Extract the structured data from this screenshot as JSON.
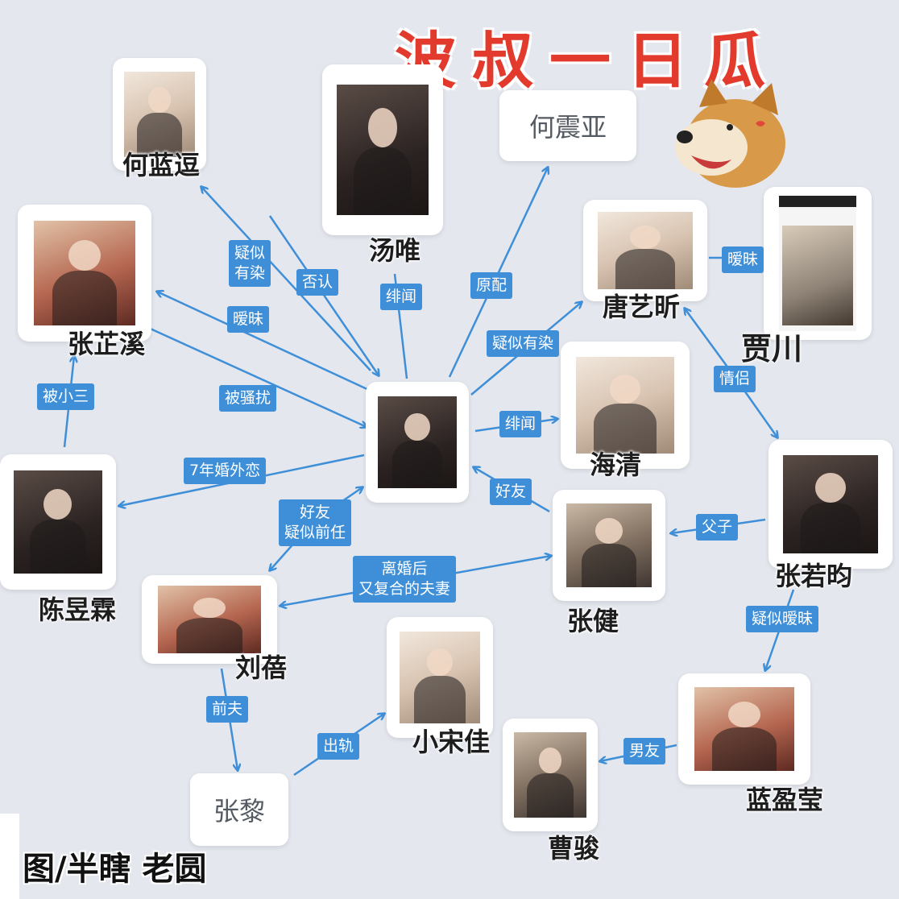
{
  "title": "波叔一日瓜",
  "credit": "图/半瞎  老圆",
  "center_icon": "man-in-tuxedo-photo",
  "mascot_icon": "shiba-dog-icon",
  "people": {
    "he_landou": "何蓝逗",
    "tang_wei": "汤唯",
    "he_zhenya": "何震亚",
    "tang_yixin": "唐艺昕",
    "jia_chuan": "贾川",
    "zhang_zhixi": "张芷溪",
    "hai_qing": "海清",
    "chen_yilin": "陈昱霖",
    "zhang_ruoyun": "张若昀",
    "zhang_jian": "张健",
    "liu_bei": "刘蓓",
    "xiao_songjia": "小宋佳",
    "zhang_li": "张黎",
    "lan_yingying": "蓝盈莹",
    "cao_jun": "曹骏"
  },
  "relations": {
    "yisi_youran_1": "疑似\n有染",
    "fouren": "否认",
    "feiwen_tang": "绯闻",
    "yuanpei": "原配",
    "aimei_zhang": "暧昧",
    "yisi_youran_2": "疑似有染",
    "aimei_jia": "暧昧",
    "bei_saorao": "被骚扰",
    "feiwen_hai": "绯闻",
    "bei_xiaosan": "被小三",
    "qinglv": "情侣",
    "hunwailian": "7年婚外恋",
    "haoyou_zj": "好友",
    "haoyou_liu": "好友\n疑似前任",
    "fuzi": "父子",
    "lihun": "离婚后\n又复合的夫妻",
    "yisi_aimei": "疑似暧昧",
    "qianfu": "前夫",
    "chugui": "出轨",
    "nanyou": "男友"
  }
}
